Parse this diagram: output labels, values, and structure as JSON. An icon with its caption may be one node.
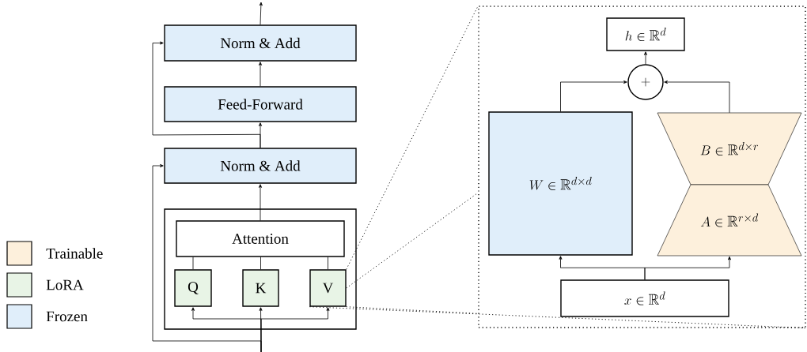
{
  "diagram": {
    "nodes": [
      {
        "text": [
          "Norm & Add"
        ]
      },
      {
        "text": [
          "Feed-Forward"
        ]
      },
      {
        "text": [
          "Norm & Add"
        ]
      },
      {
        "text": [],
        "shape": "box"
      },
      {
        "text": [
          "Attention"
        ],
        "in": 3
      },
      {
        "text": [
          "Q"
        ],
        "in": 3
      },
      {
        "text": [
          "K"
        ],
        "in": 3
      },
      {
        "text": [
          "V"
        ],
        "in": 3
      },
      {
        "text": [],
        "shape": "box"
      },
      {
        "text": [
          "h \\in \\mathbb{R}^{d}"
        ],
        "in": 8
      },
      {
        "text": [
          "+"
        ],
        "in": 8
      },
      {
        "text": [
          "W \\in \\mathbb{R}^{d\\times d}"
        ],
        "in": 8
      },
      {
        "text": [
          "B \\in \\mathbb{R}^{d\\times r}"
        ],
        "in": 8
      },
      {
        "text": [
          "A \\in \\mathbb{R}^{r\\times d}"
        ],
        "in": 8
      },
      {
        "text": [
          "x \\in \\mathbb{R}^{d}"
        ],
        "in": 8
      }
    ],
    "edges": [
      {
        "from": null,
        "to": 2,
        "arrow": "to"
      },
      {
        "from": null,
        "to": 5,
        "arrow": "to"
      },
      {
        "from": null,
        "to": 6,
        "arrow": "to"
      },
      {
        "from": null,
        "to": 7,
        "arrow": "to"
      },
      {
        "from": 5,
        "to": 4,
        "arrow": "none"
      },
      {
        "from": 6,
        "to": 4,
        "arrow": "none"
      },
      {
        "from": 7,
        "to": 4,
        "arrow": "none"
      },
      {
        "from": 4,
        "to": 2,
        "arrow": "to"
      },
      {
        "from": 2,
        "to": 1,
        "arrow": "to"
      },
      {
        "from": 2,
        "to": 0,
        "arrow": "to"
      },
      {
        "from": 1,
        "to": 0,
        "arrow": "to"
      },
      {
        "from": 0,
        "to": null,
        "arrow": "to"
      },
      {
        "from": 7,
        "to": 8,
        "arrow": "none",
        "style": "dashed"
      },
      {
        "from": 7,
        "to": 8,
        "arrow": "none",
        "style": "dashed"
      },
      {
        "from": 7,
        "to": 8,
        "arrow": "none",
        "style": "dashed"
      },
      {
        "from": 7,
        "to": 8,
        "arrow": "none",
        "style": "dashed"
      },
      {
        "from": 14,
        "to": 11,
        "arrow": "to"
      },
      {
        "from": 14,
        "to": 13,
        "arrow": "to"
      },
      {
        "from": 11,
        "to": 10,
        "arrow": "to"
      },
      {
        "from": 12,
        "to": 10,
        "arrow": "to"
      },
      {
        "from": 10,
        "to": 9,
        "arrow": "to"
      }
    ],
    "legend": [
      {
        "text": "Trainable",
        "color": "#fdf0dc"
      },
      {
        "text": "LoRA",
        "color": "#e8f4e6"
      },
      {
        "text": "Frozen",
        "color": "#e0eefa"
      }
    ]
  }
}
